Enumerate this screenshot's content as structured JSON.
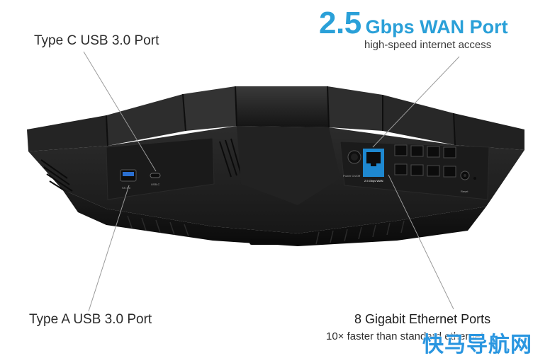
{
  "labels": {
    "type_c": "Type C USB 3.0 Port",
    "type_a": "Type A USB 3.0 Port",
    "wan_big": "2.5",
    "wan_small": "Gbps WAN Port",
    "wan_sub": "high-speed internet access",
    "eth_title": "8 Gigabit Ethernet Ports",
    "eth_sub": "10× faster than standard ethernet"
  },
  "device_text": {
    "power": "Power On/Off",
    "wan_badge": "2.5 Gbps WAN",
    "usb_a": "SS 3.0",
    "usb_c": "USB-C",
    "reset": "Reset"
  },
  "watermark": "快马导航网",
  "colors": {
    "accent": "#2aa0d8",
    "router_body": "#161616",
    "router_face": "#1f1f1f",
    "callout_line": "#9a9a9a",
    "wan_port": "#1e88d0"
  }
}
